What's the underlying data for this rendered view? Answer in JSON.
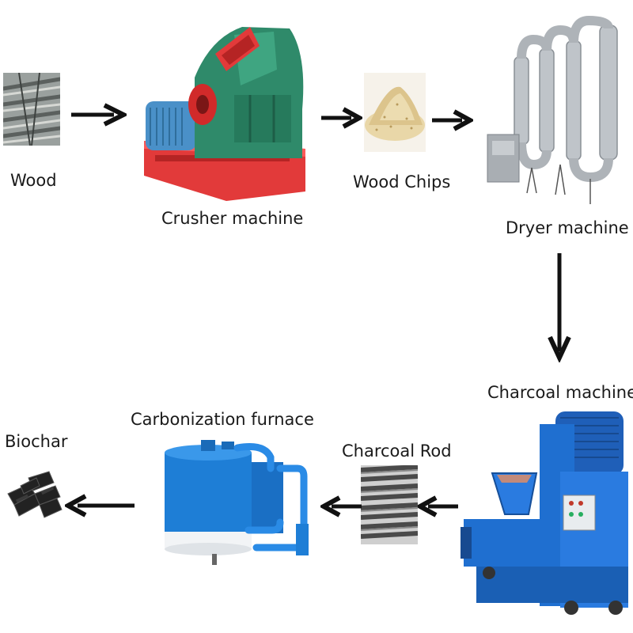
{
  "stages": {
    "wood": "Wood",
    "crusher": "Crusher machine",
    "wood_chips": "Wood Chips",
    "dryer": "Dryer machine",
    "charcoal_machine": "Charcoal machine",
    "charcoal_rod": "Charcoal Rod",
    "carbonization": "Carbonization furnace",
    "biochar": "Biochar"
  },
  "flow_order": [
    "wood",
    "crusher",
    "wood_chips",
    "dryer",
    "charcoal_machine",
    "charcoal_rod",
    "carbonization",
    "biochar"
  ],
  "colors": {
    "arrow": "#111111",
    "crusher_body": "#2f8a6a",
    "crusher_base": "#e23a3a",
    "motor": "#4a90c8",
    "dryer_metal": "#bfc4c9",
    "furnace_blue": "#1e7ed6",
    "machine_blue": "#1f6fd0",
    "sawdust": "#e9d7a8",
    "biochar": "#222222"
  }
}
